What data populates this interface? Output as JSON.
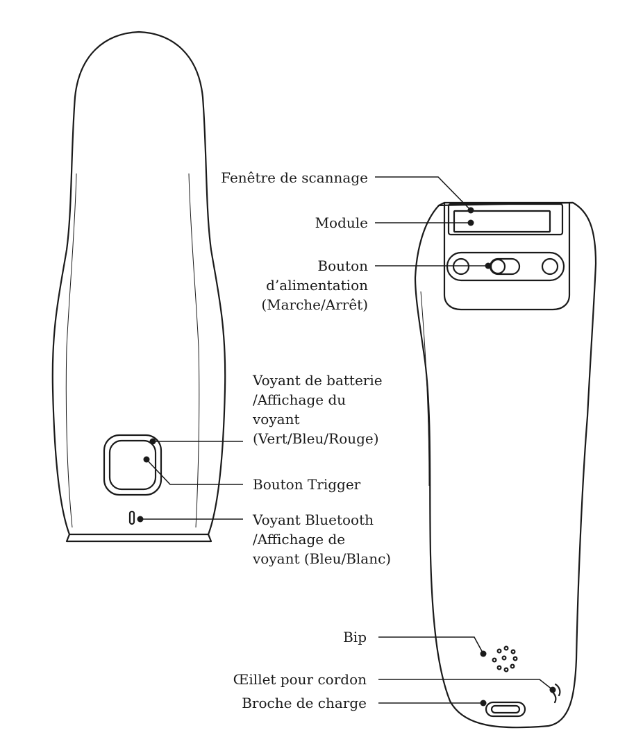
{
  "labels": {
    "scan_window": "Fenêtre de scannage",
    "module": "Module",
    "power_button": [
      "Bouton",
      "d’alimentation",
      "(Marche/Arrêt)"
    ],
    "battery_indicator": [
      "Voyant de batterie",
      "/Affichage du",
      "voyant",
      "(Vert/Bleu/Rouge)"
    ],
    "trigger_button": "Bouton Trigger",
    "bluetooth_indicator": [
      "Voyant Bluetooth",
      "/Affichage de",
      "voyant (Bleu/Blanc)"
    ],
    "beeper": "Bip",
    "lanyard_eyelet": "Œillet pour cordon",
    "charging_pin": "Broche de charge"
  }
}
